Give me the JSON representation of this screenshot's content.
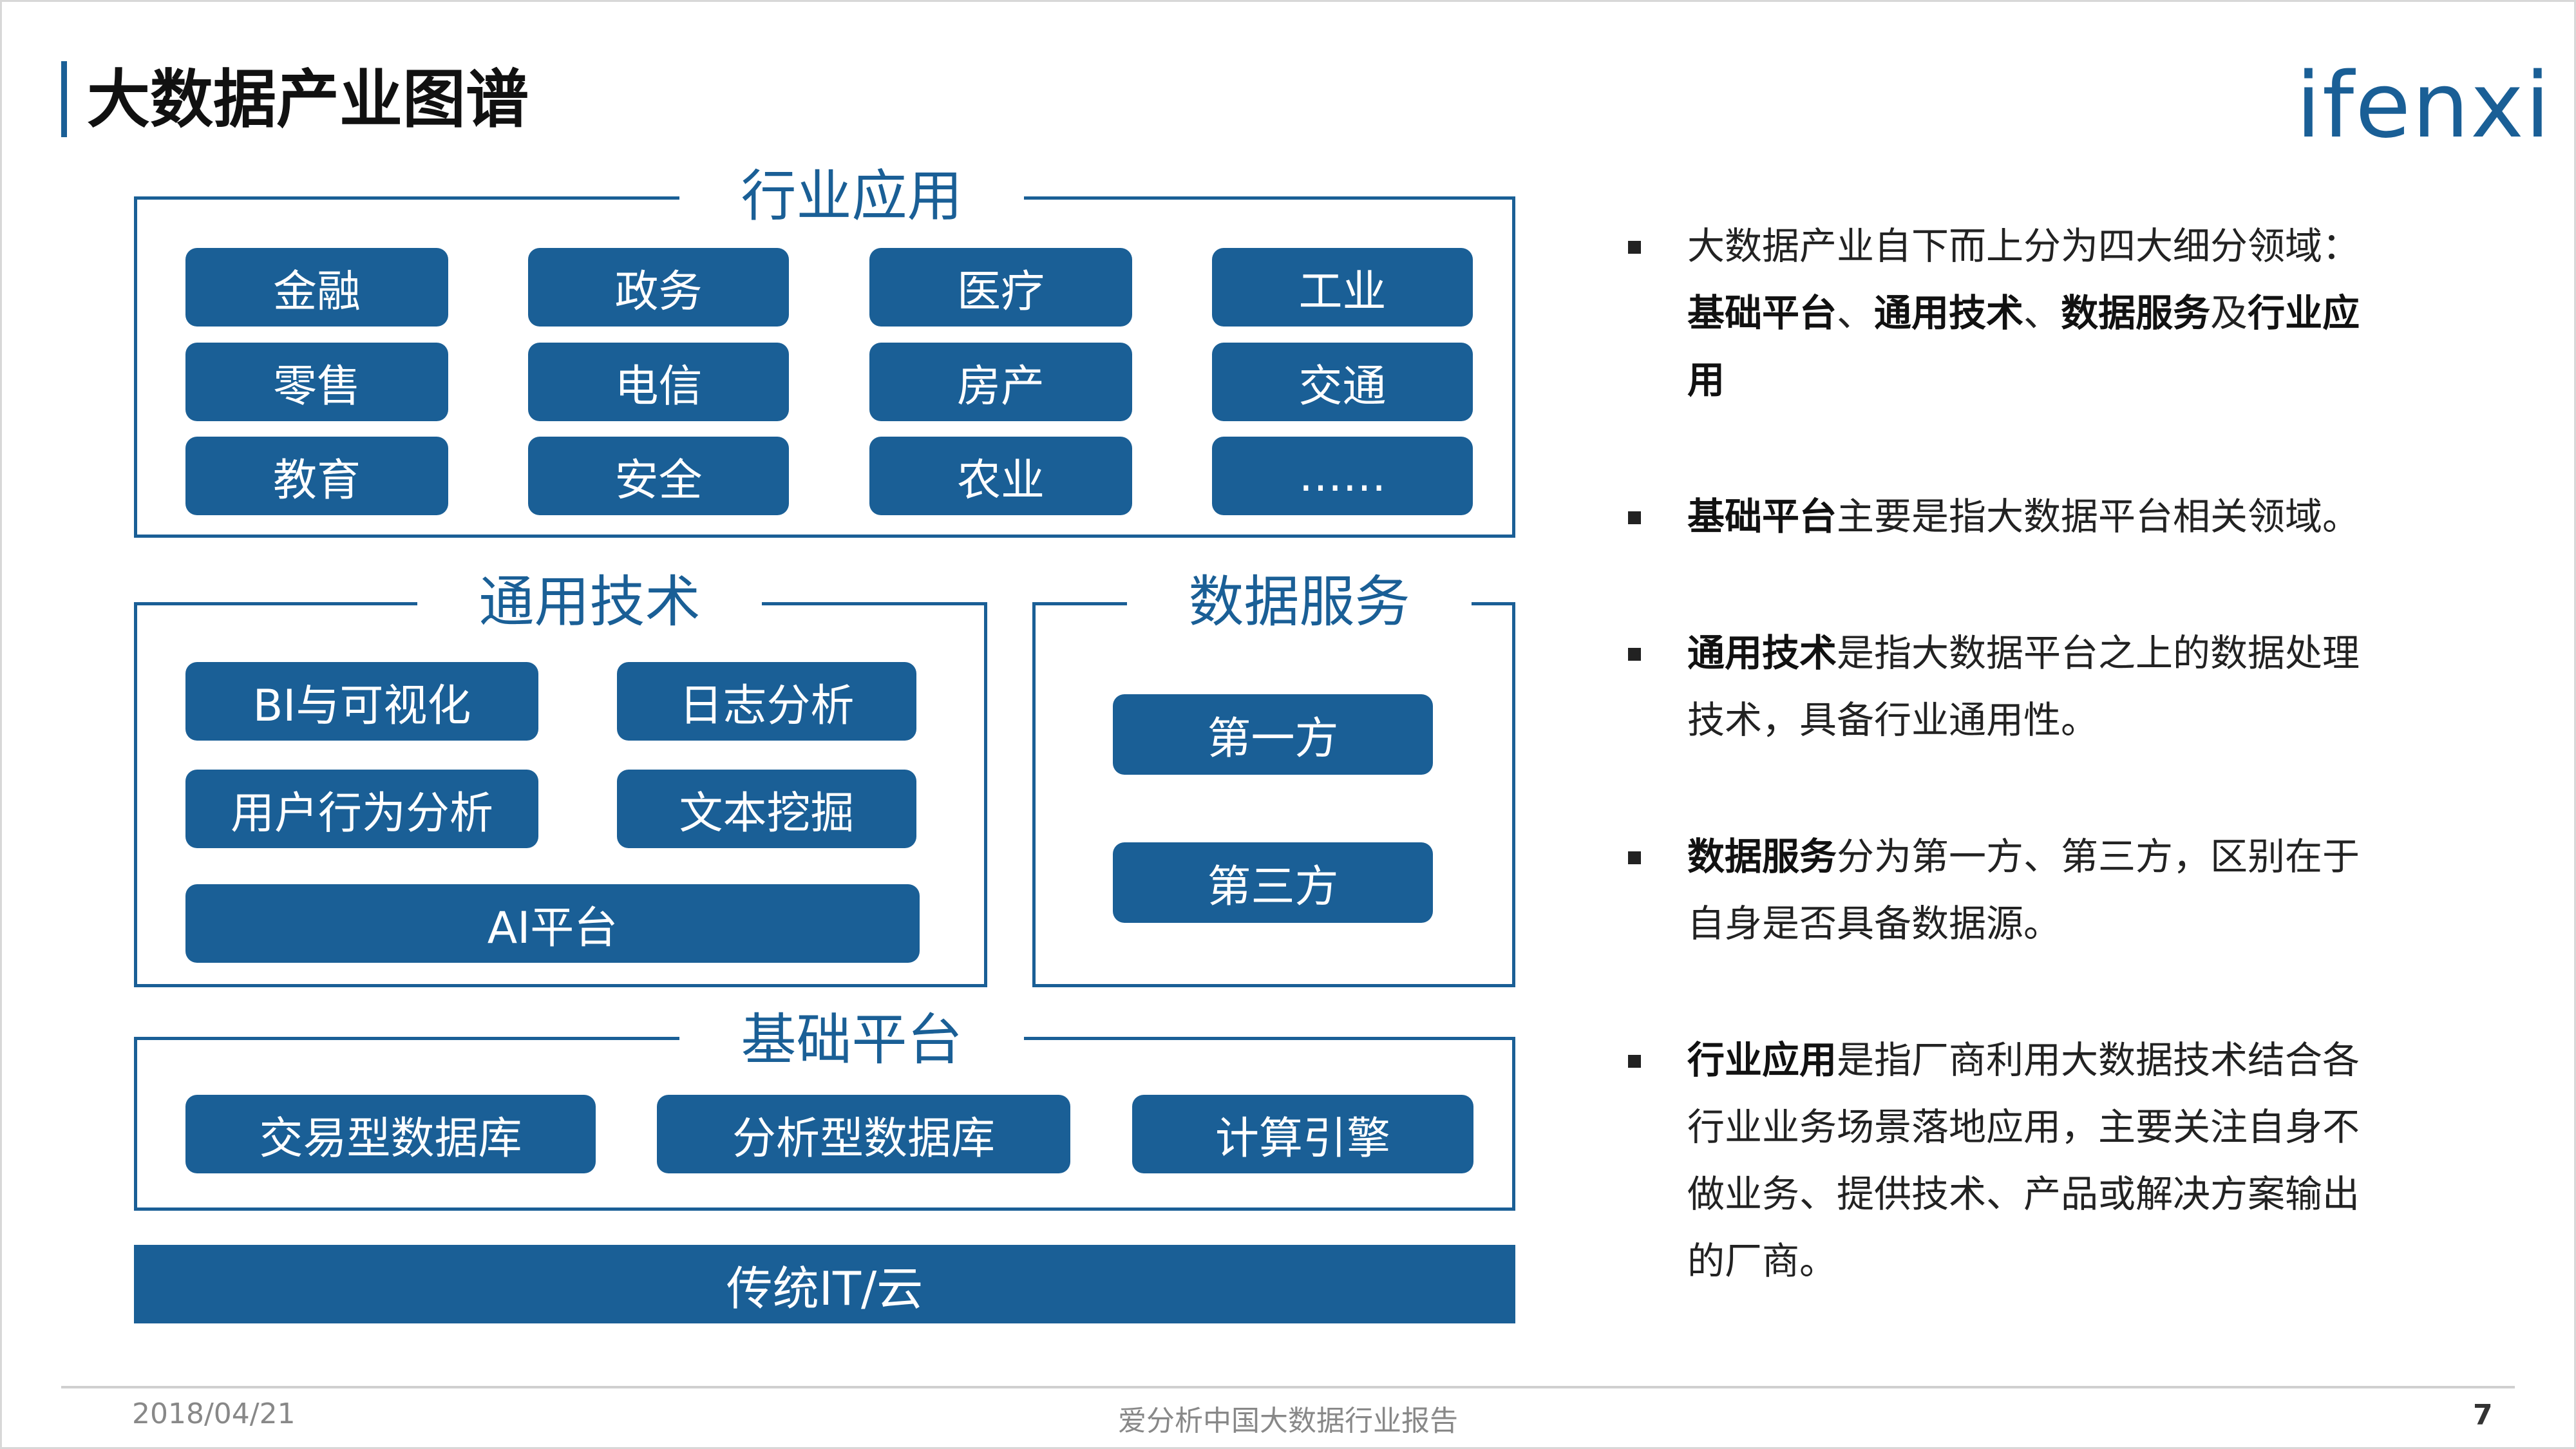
{
  "header": {
    "title": "大数据产业图谱",
    "logo": "ifenxi"
  },
  "diagram": {
    "industry": {
      "label": "行业应用",
      "items": [
        "金融",
        "政务",
        "医疗",
        "工业",
        "零售",
        "电信",
        "房产",
        "交通",
        "教育",
        "安全",
        "农业",
        "……"
      ]
    },
    "tech": {
      "label": "通用技术",
      "items": [
        "BI与可视化",
        "日志分析",
        "用户行为分析",
        "文本挖掘",
        "AI平台"
      ]
    },
    "service": {
      "label": "数据服务",
      "items": [
        "第一方",
        "第三方"
      ]
    },
    "platform": {
      "label": "基础平台",
      "items": [
        "交易型数据库",
        "分析型数据库",
        "计算引擎"
      ]
    },
    "base": "传统IT/云"
  },
  "bullets": [
    {
      "line1": "大数据产业自下而上分为四大细分领域：",
      "b1": "基础平台",
      "s1": "、",
      "b2": "通用技术",
      "s2": "、",
      "b3": "数据服务",
      "s3": "及",
      "b4": "行业应用"
    },
    {
      "bold": "基础平台",
      "text": "主要是指大数据平台相关领域。"
    },
    {
      "bold": "通用技术",
      "text": "是指大数据平台之上的数据处理技术，具备行业通用性。"
    },
    {
      "bold": "数据服务",
      "text": "分为第一方、第三方，区别在于自身是否具备数据源。"
    },
    {
      "bold": "行业应用",
      "text": "是指厂商利用大数据技术结合各行业业务场景落地应用，主要关注自身不做业务、提供技术、产品或解决方案输出的厂商。"
    }
  ],
  "footer": {
    "date": "2018/04/21",
    "report": "爱分析中国大数据行业报告",
    "page": "7"
  }
}
